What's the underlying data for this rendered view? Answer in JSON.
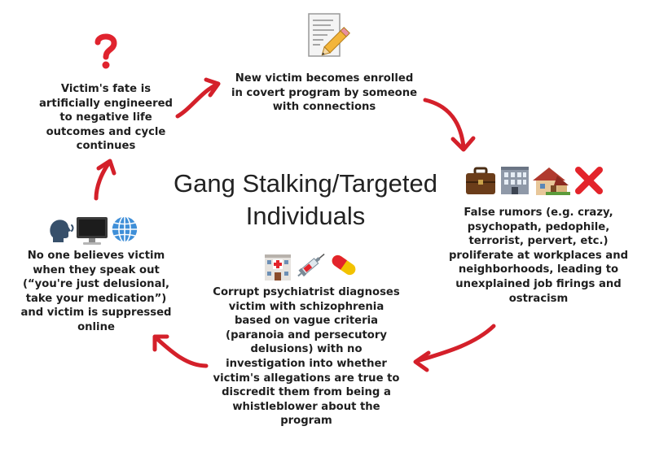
{
  "title_lines": [
    "Gang Stalking/Targeted",
    "Individuals"
  ],
  "nodes": {
    "new_victim": [
      "New victim becomes enrolled",
      "in covert program by someone",
      "with connections"
    ],
    "false_rumors": [
      "False rumors (e.g. crazy,",
      "psychopath, pedophile,",
      "terrorist, pervert, etc.)",
      "proliferate at workplaces and",
      "neighborhoods, leading to",
      "unexplained job firings and",
      "ostracism"
    ],
    "psychiatrist": [
      "Corrupt psychiatrist diagnoses",
      "victim with schizophrenia",
      "based on vague criteria",
      "(paranoia and persecutory",
      "delusions) with no",
      "investigation into whether",
      "victim's allegations are true to",
      "discredit them from being a",
      "whistleblower about the",
      "program"
    ],
    "no_one_believes": [
      "No one believes victim",
      "when they speak out",
      "(“you're just delusional,",
      "take your medication”)",
      "and victim is suppressed",
      "online"
    ],
    "fate": [
      "Victim's fate is",
      "artificially engineered",
      "to negative life",
      "outcomes and cycle",
      "continues"
    ]
  },
  "icons": {
    "fate": [
      "question-mark-icon"
    ],
    "new_victim": [
      "memo-pencil-icon"
    ],
    "false_rumors": [
      "briefcase-icon",
      "office-building-icon",
      "houses-icon",
      "red-cross-mark-icon"
    ],
    "psychiatrist": [
      "hospital-icon",
      "syringe-icon",
      "pill-icon"
    ],
    "no_one_believes": [
      "speaking-head-icon",
      "desktop-computer-icon",
      "globe-icon"
    ]
  },
  "colors": {
    "arrow": "#d4202a",
    "text": "#1e1e1e",
    "question": "#e0232e",
    "cross": "#e3242b"
  }
}
